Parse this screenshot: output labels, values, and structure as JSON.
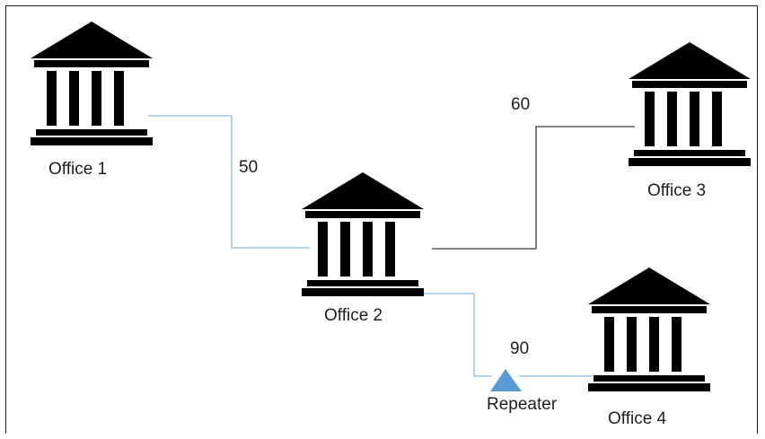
{
  "nodes": [
    {
      "id": "office1",
      "label": "Office 1",
      "icon": "building-icon"
    },
    {
      "id": "office2",
      "label": "Office 2",
      "icon": "building-icon"
    },
    {
      "id": "office3",
      "label": "Office 3",
      "icon": "building-icon"
    },
    {
      "id": "office4",
      "label": "Office 4",
      "icon": "building-icon"
    },
    {
      "id": "repeater",
      "label": "Repeater",
      "icon": "triangle-icon"
    }
  ],
  "edges": [
    {
      "from": "office1",
      "to": "office2",
      "label": "50",
      "color": "#9dc3e6"
    },
    {
      "from": "office2",
      "to": "office3",
      "label": "60",
      "color": "#3a3a3a"
    },
    {
      "from": "office2",
      "to": "office4",
      "label": "90",
      "color": "#9dc3e6",
      "via": "repeater"
    }
  ],
  "colors": {
    "building": "#000000",
    "repeater": "#5b9bd5",
    "link_blue": "#9dc3e6",
    "link_dark": "#3a3a3a"
  }
}
